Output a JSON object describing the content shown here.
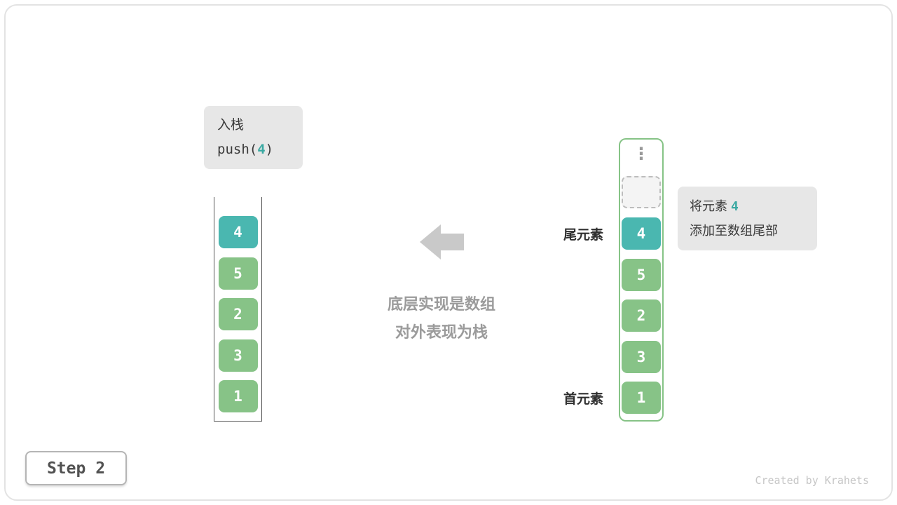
{
  "colors": {
    "teal": "#4ab7b0",
    "green": "#87c387",
    "callout_bg": "#e7e7e7",
    "muted_text": "#9b9b9b",
    "dark_text": "#3a3a3a",
    "arrow_gray": "#c9c9c9",
    "frame_border": "#e3e3e3"
  },
  "push_callout": {
    "title": "入栈",
    "code_prefix": "push(",
    "code_arg": "4",
    "code_suffix": ")"
  },
  "left_stack": {
    "cells": [
      "4",
      "5",
      "2",
      "3",
      "1"
    ]
  },
  "right_stack": {
    "ellipsis": "⋮",
    "cells": [
      "4",
      "5",
      "2",
      "3",
      "1"
    ]
  },
  "labels": {
    "tail": "尾元素",
    "head": "首元素"
  },
  "note_callout": {
    "line1_prefix": "将元素 ",
    "line1_value": "4",
    "line2": "添加至数组尾部"
  },
  "center_caption": {
    "line1": "底层实现是数组",
    "line2": "对外表现为栈"
  },
  "step_badge": "Step 2",
  "credit": "Created by Krahets"
}
